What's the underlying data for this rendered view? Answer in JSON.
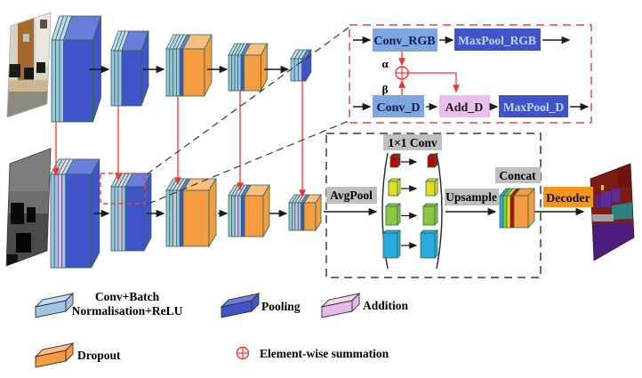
{
  "colors": {
    "conv": "#9DC3E6",
    "conv_top": "#C2DAF2",
    "pool": "#4053C8",
    "pool_top": "#6B7DDB",
    "addition": "#E6B9E8",
    "addition_top": "#F2D6F3",
    "dropout": "#F59C42",
    "dropout_top": "#F9BE7F",
    "edge": "#2D6A4F",
    "fusion_red": "#F5342C",
    "box_conv_bg": "#7EA6E0",
    "box_conv_text": "#111C4E",
    "box_maxpool_bg": "#4053C8",
    "box_maxpool_text": "#C5D3F0",
    "box_add_bg": "#EBBEED",
    "box_add_text": "#1A1A1A",
    "label_gray_bg": "#BFBFBF",
    "label_text": "#000000",
    "decoder_bg": "#F7941D",
    "decoder_text": "#101030",
    "dashed_red": "#F04343",
    "dashed_black": "#3A3A3A",
    "arrow_black": "#1A1A1A"
  },
  "streams": {
    "rgb": {
      "input": "rgb-photo",
      "blocks": [
        {
          "layers": [
            "conv",
            "conv",
            "conv",
            "pool:big"
          ]
        },
        {
          "layers": [
            "conv",
            "conv",
            "conv",
            "pool:big"
          ]
        },
        {
          "layers": [
            "conv",
            "conv",
            "conv",
            "conv",
            "pool",
            "dropout:big"
          ]
        },
        {
          "layers": [
            "conv",
            "conv",
            "conv",
            "conv",
            "pool",
            "dropout:big"
          ]
        },
        {
          "layers": [
            "conv",
            "conv",
            "conv",
            "pool"
          ]
        }
      ]
    },
    "depth": {
      "input": "depth-map",
      "blocks": [
        {
          "layers": [
            "conv",
            "conv",
            "addition",
            "conv",
            "pool:big"
          ]
        },
        {
          "layers": [
            "conv",
            "conv",
            "addition",
            "conv",
            "pool:big"
          ]
        },
        {
          "layers": [
            "conv",
            "conv",
            "addition",
            "conv",
            "pool",
            "dropout:big"
          ]
        },
        {
          "layers": [
            "conv",
            "conv",
            "addition",
            "conv",
            "pool",
            "dropout:big"
          ]
        },
        {
          "layers": [
            "conv",
            "conv",
            "addition",
            "conv",
            "pool",
            "dropout:big"
          ]
        }
      ]
    }
  },
  "fusion_module": {
    "conv_rgb": "Conv_RGB",
    "maxpool_rgb": "MaxPool_RGB",
    "alpha": "α",
    "beta": "β",
    "conv_d": "Conv_D",
    "add_d": "Add_D",
    "maxpool_d": "MaxPool_D"
  },
  "context_module": {
    "avgpool": "AvgPool",
    "conv1x1": "1×1 Conv",
    "upsample": "Upsample",
    "concat": "Concat",
    "decoder": "Decoder",
    "pyramid_colors": [
      "#C00000",
      "#E3DE1E",
      "#8CC63F",
      "#29ABE2"
    ],
    "concat_block_colors": [
      "#29ABE2",
      "#8CC63F",
      "#E3DE1E",
      "#C00000",
      "#F59C42"
    ]
  },
  "legend": {
    "items": [
      {
        "swatch": "conv",
        "label_lines": [
          "Conv+Batch",
          "Normalisation+ReLU"
        ]
      },
      {
        "swatch": "pool",
        "label_lines": [
          "Pooling"
        ]
      },
      {
        "swatch": "addition",
        "label_lines": [
          "Addition"
        ]
      },
      {
        "swatch": "dropout",
        "label_lines": [
          "Dropout"
        ]
      },
      {
        "swatch": "sum_symbol",
        "symbol": "⊕",
        "label_lines": [
          "Element-wise summation"
        ]
      }
    ]
  }
}
